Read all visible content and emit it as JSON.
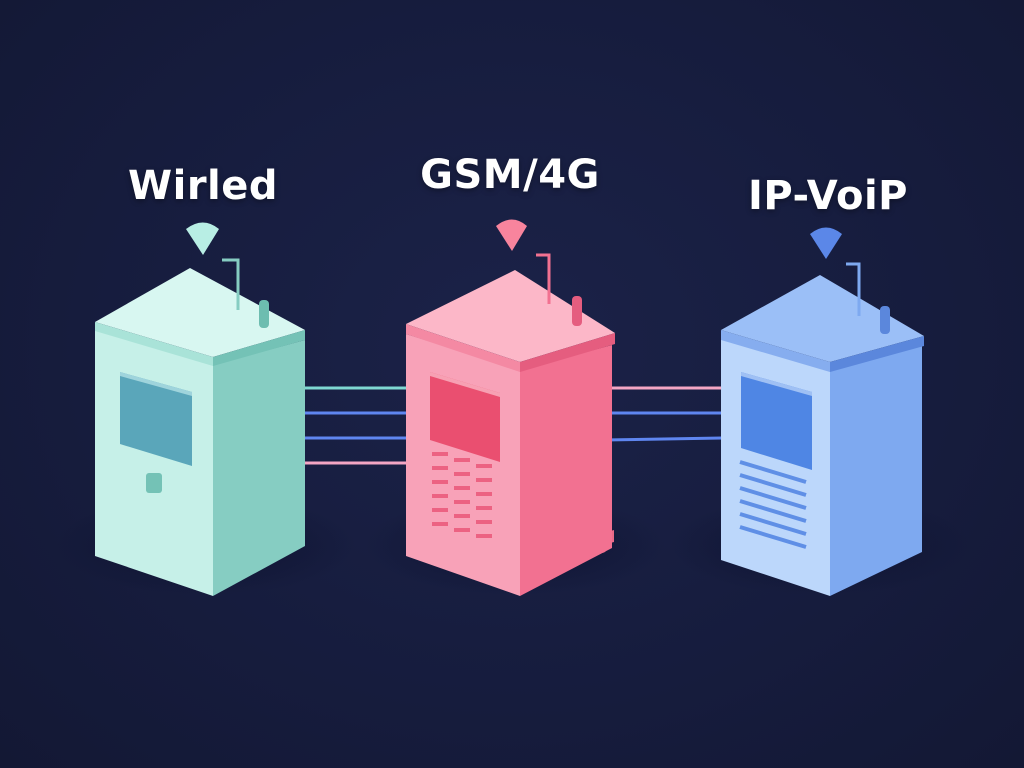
{
  "labels": {
    "wired": "Wirled",
    "gsm": "GSM/4G",
    "ip": "IP-VoiP"
  },
  "colors": {
    "background": "#161c3d",
    "wired": "#b8eee4",
    "gsm": "#f8849d",
    "ip": "#8bb6f5",
    "link_pink": "#f4a6c4",
    "link_blue": "#5f86f0"
  },
  "icons": [
    "signal-icon",
    "antenna-icon"
  ]
}
